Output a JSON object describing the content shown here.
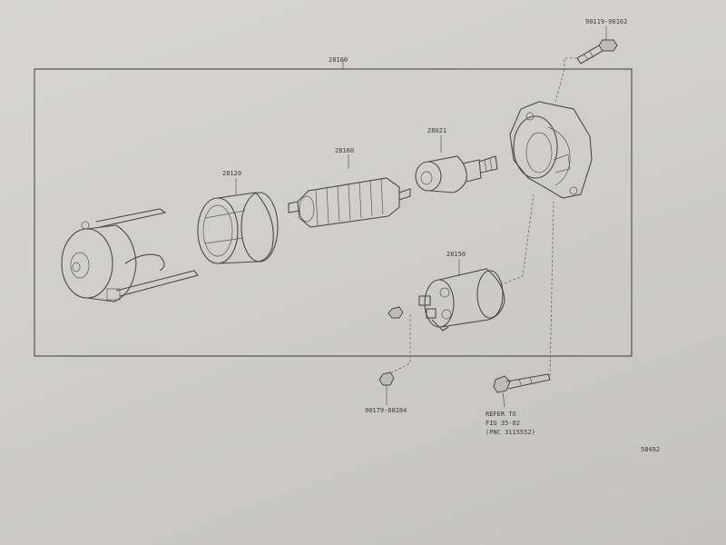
{
  "diagram": {
    "labels": {
      "bolt_top": "90119-90162",
      "assembly": "28100",
      "yoke": "28120",
      "armature": "28160",
      "clutch": "28021",
      "switch": "28150",
      "nut": "90179-08284",
      "refer_line1": "REFER TO",
      "refer_line2": "FIG 35-02",
      "refer_line3": "(PNC 3115552)",
      "ref_code": "58492"
    }
  }
}
